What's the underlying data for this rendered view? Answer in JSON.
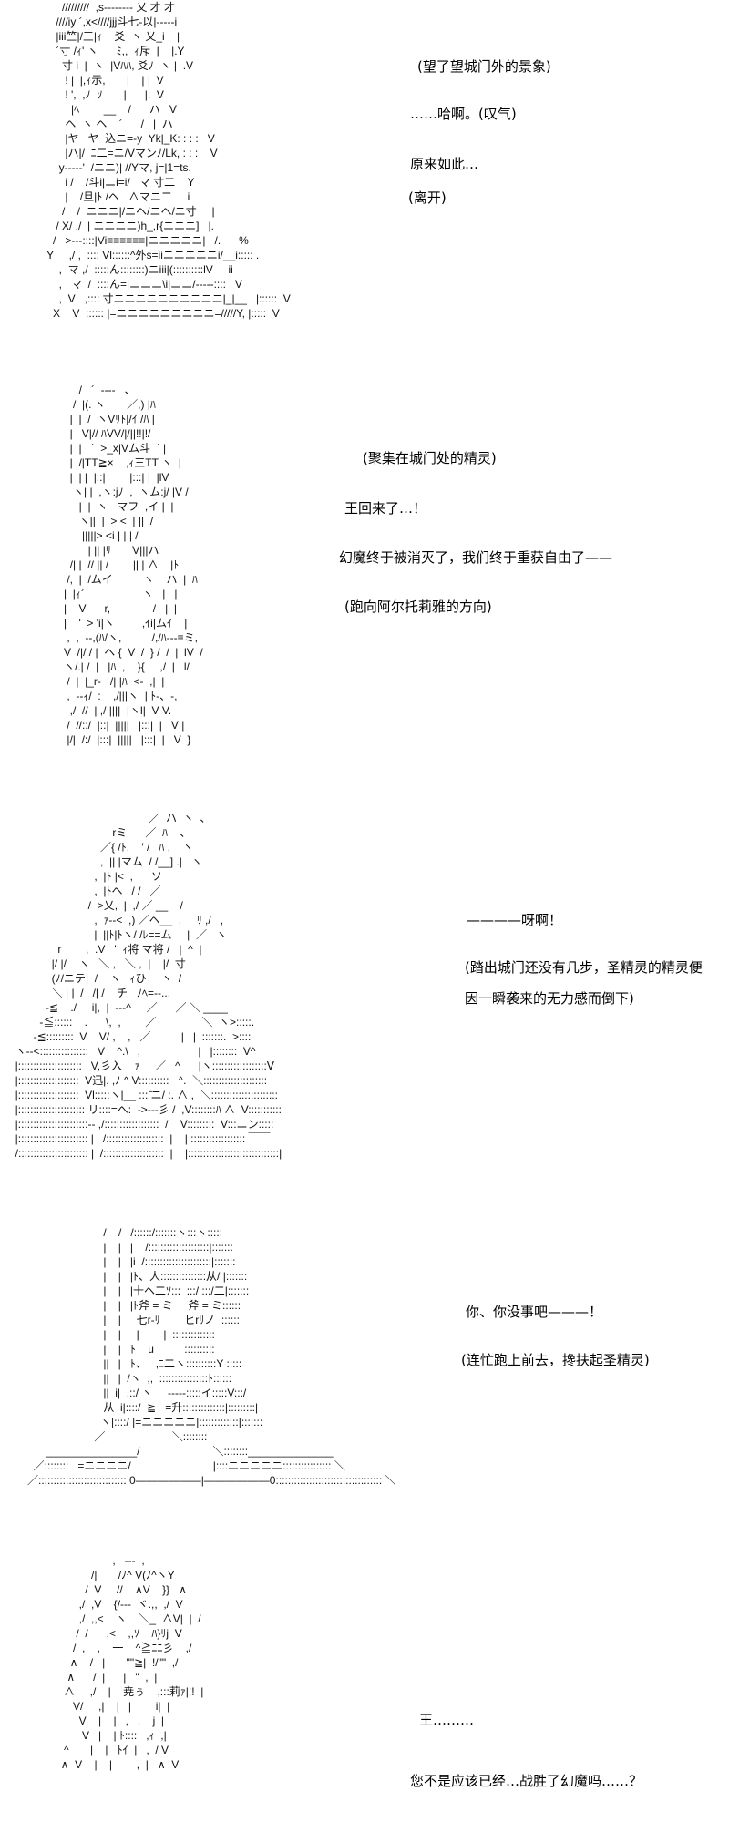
{
  "panels": [
    {
      "art": [
        "      /////////  ,s-------- 乂 才 才",
        "    ////iy ´,x<////jjj斗七-以|-----i",
        "    |iii竺|/三|ｨ    爻  ヽ 乂_i    |",
        "    ´寸 /ｨ' ヽ      ﾐ,,  ｨ斥  |    |.Y",
        "      寸 i  |  ヽ  |Vﾊﾊ, 爻ﾉ  ヽ |  .V",
        "       ! |  |,ｨ示,       |    | |  V",
        "       ! ',  ,ﾉ  ｿ       |      |.  V",
        "         |ﾍ        __    /      ハ   V",
        "       ヘ  ヽ ヘ    ´      /   |  ハ",
        "       |ヤ   ヤ  込ニ=-y  Yk|_K: : : :   V",
        "       |ハ|/  ﾆ二=ニ/Vマンﾉ/Lk, : : :    V",
        "     y-----'  /ニニ)| //Yマ, j=|1=ts.",
        "       i /    /斗i|ニi=i/   マ 寸二    Y",
        "       |    /旦|ﾄ /ヘ   ∧マニ二     i",
        "      /    /  ニニニ|/ニヘ/ニヘ/ニ寸     |",
        "    / X/ ,/  | ニニニニ)h_,r{ニニニ]   |.",
        "   /   >---::::|Vi≡≡≡≡≡≡|ニニニニニ|   /.      %",
        " Y     ,/ ,  :::: Vl::::::^外s=iiニニニニニi/__i::::: .",
        "     ,  マ ,/  :::::ん::::::::)ニiii|(::::::::::lV     ii",
        "     ,   マ  /  ::::ん=|ニニニ\\i|ニニ/-----::::   V",
        "     ,  V   ,:::: 寸ニニニニニニニニニニ|_|__   |::::::  V",
        "   X    V  :::::: |=ニニニニニニニニニ=/////Y, |:::::  V"
      ],
      "texts": [
        "(望了望城门外的景象)",
        "……哈啊。(叹气)",
        "原来如此…",
        "(离开)"
      ]
    },
    {
      "art": [
        "        /   ´  ----   、",
        "      /  |(. ヽ       ／,) |ﾊ",
        "     |  |  /  ヽVﾘﾄ|/ｲ /ﾊ |",
        "     |   V|// ﾊVV/|/||!!|!/",
        "     |  |   ´  >_x|Vム斗  ´ |",
        "     |  /|TT≧×    ,ｨ三TT ヽ  |",
        "     |  | |  |::|        |:::| |  |lV",
        "      ヽ| |  ,ヽ:jﾉ  ,  ヽム:j/ |V /",
        "        |  |  ヽ   マフ  ,イ |  |",
        "        ヽ||  |  > <  | ||  /",
        "         |||||> <i | | | /",
        "           | || |ﾘ       V|||ハ",
        "     /| |  // || /        || | ∧    |ﾄ",
        "    /,  |  /ムイ          ヽ    ハ  |  ﾊ",
        "   |  |ｨ´                   ヽ   |   |",
        "   |    V      r,              /   |  |",
        "   |    '  > 'i|ヽ         ,ｲi|ムｲ    |",
        "    ,  ,  --,(ﾊ/ヽ,          /,/ﾊ---≡ミ,",
        "   V  /|/ / |  ヘ {  V  /  } /  /  |  lV  /",
        "   ヽ/.| /  |   |ﾊ  ,    }{     ,/  |   l/",
        "    /  |  |_r-   /| |ﾊ  <-  ,|  |",
        "    ,  --ｨ/  :    ,/|||ヽ  | ﾄ-、-,",
        "     ,/  //  | ,/ ||||  |ヽl|  V V.",
        "    /  //::/  |::|  |||||   |:::|  |   V |",
        "    |/|  /:/  |:::|  |||||   |:::|  |   V  }"
      ],
      "texts": [
        "(聚集在城门处的精灵)",
        "王回来了…！",
        "幻魔终于被消灭了，我们终于重获自由了——",
        "(跑向阿尔托莉雅的方向)"
      ]
    },
    {
      "art": [
        "                                              ／  ハ  ヽ  、",
        "                                  rミ      ／  ﾊ    、",
        "                              ／{ /ﾄ,    ′ /   ﾊ ,    ヽ",
        "                              ,  || |マム  / /__] .|   ヽ",
        "                            ,  |ﾄ |<  ,      ソ",
        "                            ,  |ﾄヘ   / /   ／",
        "                          /  >乂,  |  ,/ ／ __    /",
        "                            ,  ｧ--<  ,) ／ヘ__  ,     ﾘ ,/   ,",
        "                            |  ||ﾄ|ﾄヽ/ /ﾚ==ム     |  ／   ヽ",
        "                r        ,  .V   '  ｨ将 マ将 /   |  ^  |",
        "              |/ |/    ヽ   ＼ ,   ＼ ,  |    |/  寸",
        "              (ﾉ/ニテ|  /    ヽ   ｨひ     ヽ  /",
        "              ＼ | |  /   /| /    チ   ﾉﾍ=--...",
        "            -≦    ./     i|,  |  ---^     ／      ／ ＼ ____",
        "          -≦::::::    .      \\,  ,        ／               ＼  ヽ>:::::.",
        "        -≦:::::::::  V    V/ ,    ,   ／          |   |  :::::::.  >::::",
        "  ヽ--<::::::::::::::::   V    ^.\\   ,                   |   |::::::::  V^",
        "  |:::::::::::::::::::::   V,彡入    ｧ     ／   ^      |ヽ::::::::::::::::::Ⅴ",
        "  |::::::::::::::::::::  V迅|. ,ﾉ ^ V::::::::::   ^.  ＼:::::::::::::::::::::",
        "  |::::::::::::::::::::  Vl:::::ヽ|__ ::: ̄ニ/ :. ∧ ,  ＼::::::::::::::::::::::",
        "  |:::::::::::::::::::::: リ::::=へ:  ->---彡 /  ,V::::::::ﾊ ∧  V:::::::::::",
        "  |:::::::::::::::::::::::-- ,/::::::::::::::::::  /    V:::::::::  V:::ニン:::::",
        "  |::::::::::::::::::::::: |   /:::::::::::::::::::  |    | :::::::::::::::::: ￣￣",
        "  /::::::::::::::::::::::: |  /::::::::::::::::::::  |    |::::::::::::::::::::::::::::::|"
      ],
      "texts": [
        "————呀啊！",
        "(踏出城门还没有几步，圣精灵的精灵便",
        "因一瞬袭来的无力感而倒下)"
      ]
    },
    {
      "art": [
        "                         /    /   /::::::/:::::::ヽ:::ヽ:::::",
        "                         |    |   |    /::::::::::::::::::::|:::::::",
        "                         |    |   |i  /::::::::::::::::::::::|:::::::",
        "                         |    |   |ﾄ、人:::::::::::::::从/ |:::::::",
        "                         |    |   |十ヘ二ｿ:::  :::/ :::/二|:::::::",
        "                         |    |   |ﾄ斧 = ミ     斧 = ミ::::::",
        "                         |    |     七r-ﾘ        ヒrﾘノ  ::::::",
        "                         |    |     |        |  ::::::::::::::",
        "                         |    |   ﾄ    u          ::::::::::",
        "                         ||   |   ﾄ、   ,ﾆ二ヽ::::::::::Y :::::",
        "                         ||   |  /ヽ  ,,  ::::::::::::::::ﾄ::::::",
        "                         ||  i|  ,::/ ヽ     -----:::::イ:::::V:::/",
        "                         从  i|::::/  ≧   =升::::::::::::::|:::::::::|",
        "                        ヽ|::::/ |=ニニニニニ|:::::::::::::|:::::::",
        "                      ／                      ＼::::::::",
        "      _______________/                        ＼::::::::______________",
        "  ／::::::::   =ニニニニ/                           |::::ニニニニニ:::::::::::::::: ＼",
        "／::::::::::::::::::::::::::::: 0——————|——————0::::::::::::::::::::::::::::::::::: ＼"
      ],
      "texts": [
        "你、你没事吧———！",
        "(连忙跑上前去，搀扶起圣精灵)"
      ]
    },
    {
      "art": [
        "                   ,   ---  ,",
        "            /|       /ﾉ^ V(ﾉ^ヽY",
        "          /  V     //    ∧V    }}   ∧",
        "        ,/  ,V    {/---  ヾ.,,  ,/  V",
        "        ,/  ,,<    ヽ    ＼_  ∧V|  |  /",
        "       /  /      ,<    ,,ｿ    ﾊ}ﾘj  V",
        "      /  ,    ,    一    ^≧ﾆﾆ彡    ,/",
        "     ∧    /   |       \"\"≧|  !/\"\"  ,/",
        "    ∧      /  |      |   \"  ,  |",
        "   ∧     ,/    |    尭ぅ    ,:::莉ｧ|!!  |",
        "      V/     ,|    |   |        i|  |",
        "        V    |    |   ,   ,    j  |",
        "         V   |    | ﾄ::::   ,ｨ  ,|",
        "   ^       |    |   ﾄｲ  |   ,  / V",
        "  ∧  V    |    |        ,  |   ∧  V"
      ],
      "texts": [
        "王………",
        "您不是应该已经…战胜了幻魔吗……？"
      ]
    }
  ]
}
